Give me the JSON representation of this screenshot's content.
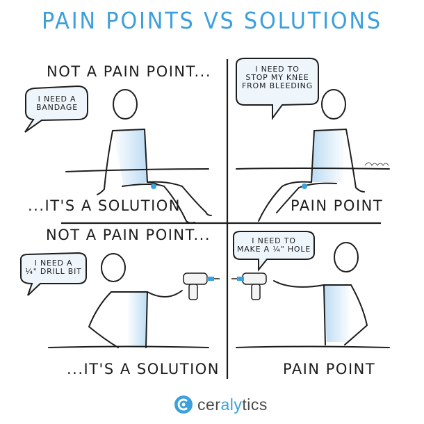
{
  "title": "PAIN POINTS VS SOLUTIONS",
  "quadrants": {
    "top_left": {
      "caption_top": "NOT A PAIN POINT...",
      "speech": "I NEED A\nBANDAGE",
      "caption_bottom": "...IT'S A SOLUTION"
    },
    "top_right": {
      "speech": "I NEED TO\nSTOP MY KNEE\nFROM BLEEDING",
      "caption_bottom": "PAIN POINT"
    },
    "bottom_left": {
      "caption_top": "NOT A PAIN POINT...",
      "speech": "I NEED A\n¼\" DRILL BIT",
      "caption_bottom": "...IT'S A SOLUTION"
    },
    "bottom_right": {
      "speech": "I NEED TO\nMAKE A ¼\" HOLE",
      "caption_bottom": "PAIN POINT"
    }
  },
  "brand": {
    "prefix": "cer",
    "accent": "aly",
    "suffix": "tics"
  },
  "colors": {
    "accent": "#3ba0dc",
    "shade": "#cfe6f7",
    "ink": "#1d1d1d"
  }
}
